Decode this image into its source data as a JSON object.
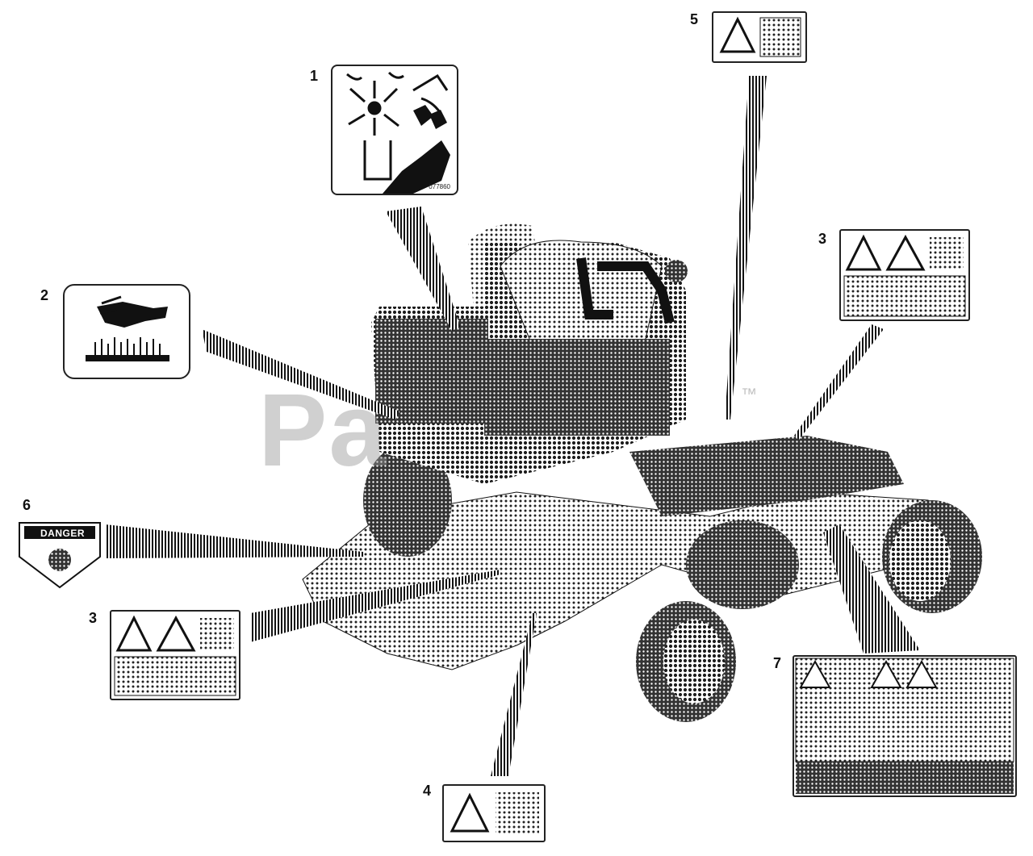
{
  "watermark": {
    "text": "Pa",
    "tm": "™"
  },
  "callouts": [
    {
      "id": "1",
      "label": "1"
    },
    {
      "id": "2",
      "label": "2"
    },
    {
      "id": "3a",
      "label": "3"
    },
    {
      "id": "3b",
      "label": "3"
    },
    {
      "id": "4",
      "label": "4"
    },
    {
      "id": "5",
      "label": "5"
    },
    {
      "id": "6",
      "label": "6"
    },
    {
      "id": "7",
      "label": "7"
    }
  ],
  "decal1": {
    "code": "077860"
  },
  "decal6": {
    "heading": "DANGER"
  },
  "colors": {
    "ink": "#111111",
    "halftone": "#2a2a2a",
    "watermark": "#9a9a9a"
  },
  "icons": [
    "hand-fan-blade-icon",
    "hand-hot-surface-icon",
    "warning-triangle-icon",
    "danger-shield-icon"
  ]
}
